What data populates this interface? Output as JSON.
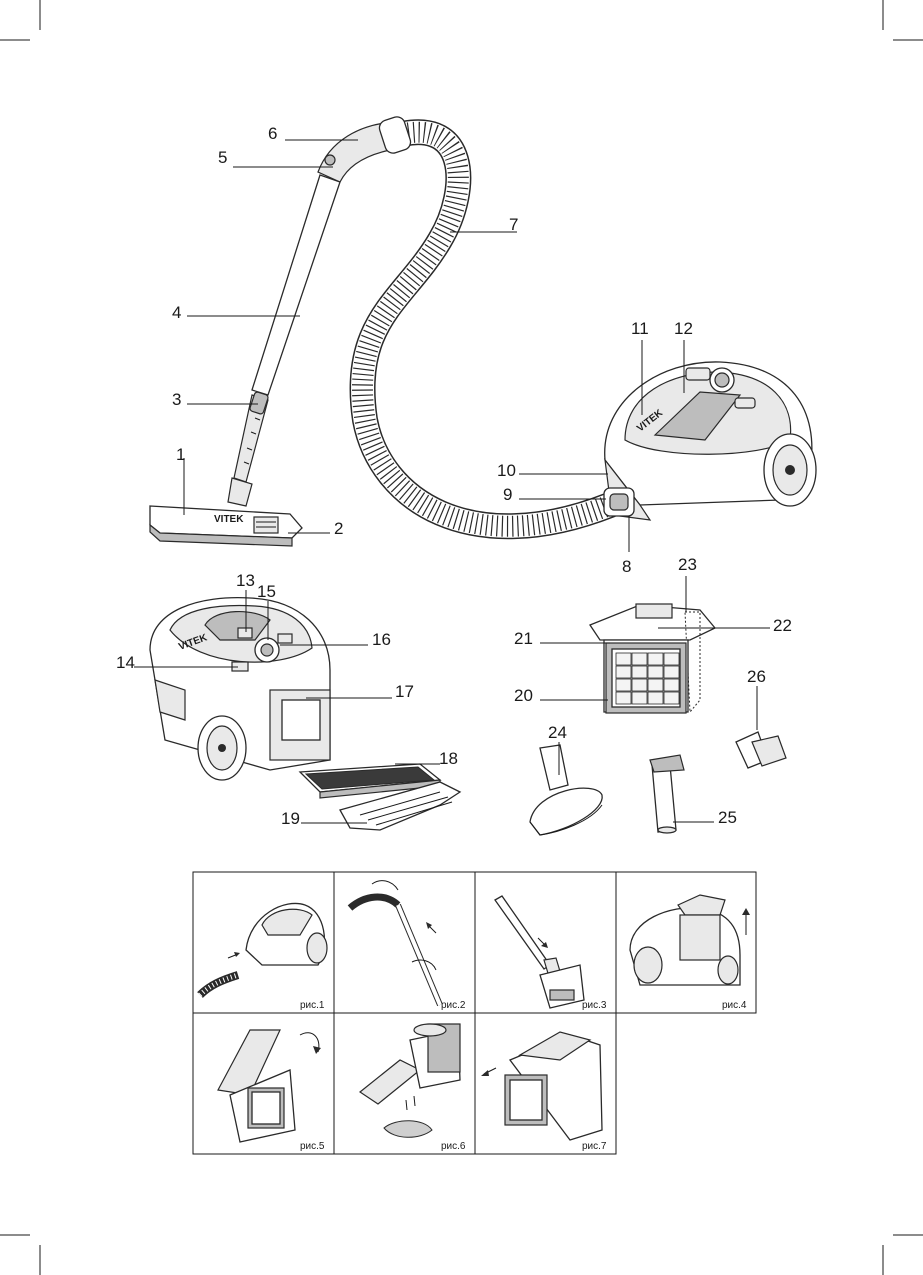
{
  "callouts": [
    "1",
    "2",
    "3",
    "4",
    "5",
    "6",
    "7",
    "8",
    "9",
    "10",
    "11",
    "12",
    "13",
    "14",
    "15",
    "16",
    "17",
    "18",
    "19",
    "20",
    "21",
    "22",
    "23",
    "24",
    "25",
    "26"
  ],
  "figures": [
    "рис.1",
    "рис.2",
    "рис.3",
    "рис.4",
    "рис.5",
    "рис.6",
    "рис.7"
  ],
  "brand_logo": "VITEK"
}
